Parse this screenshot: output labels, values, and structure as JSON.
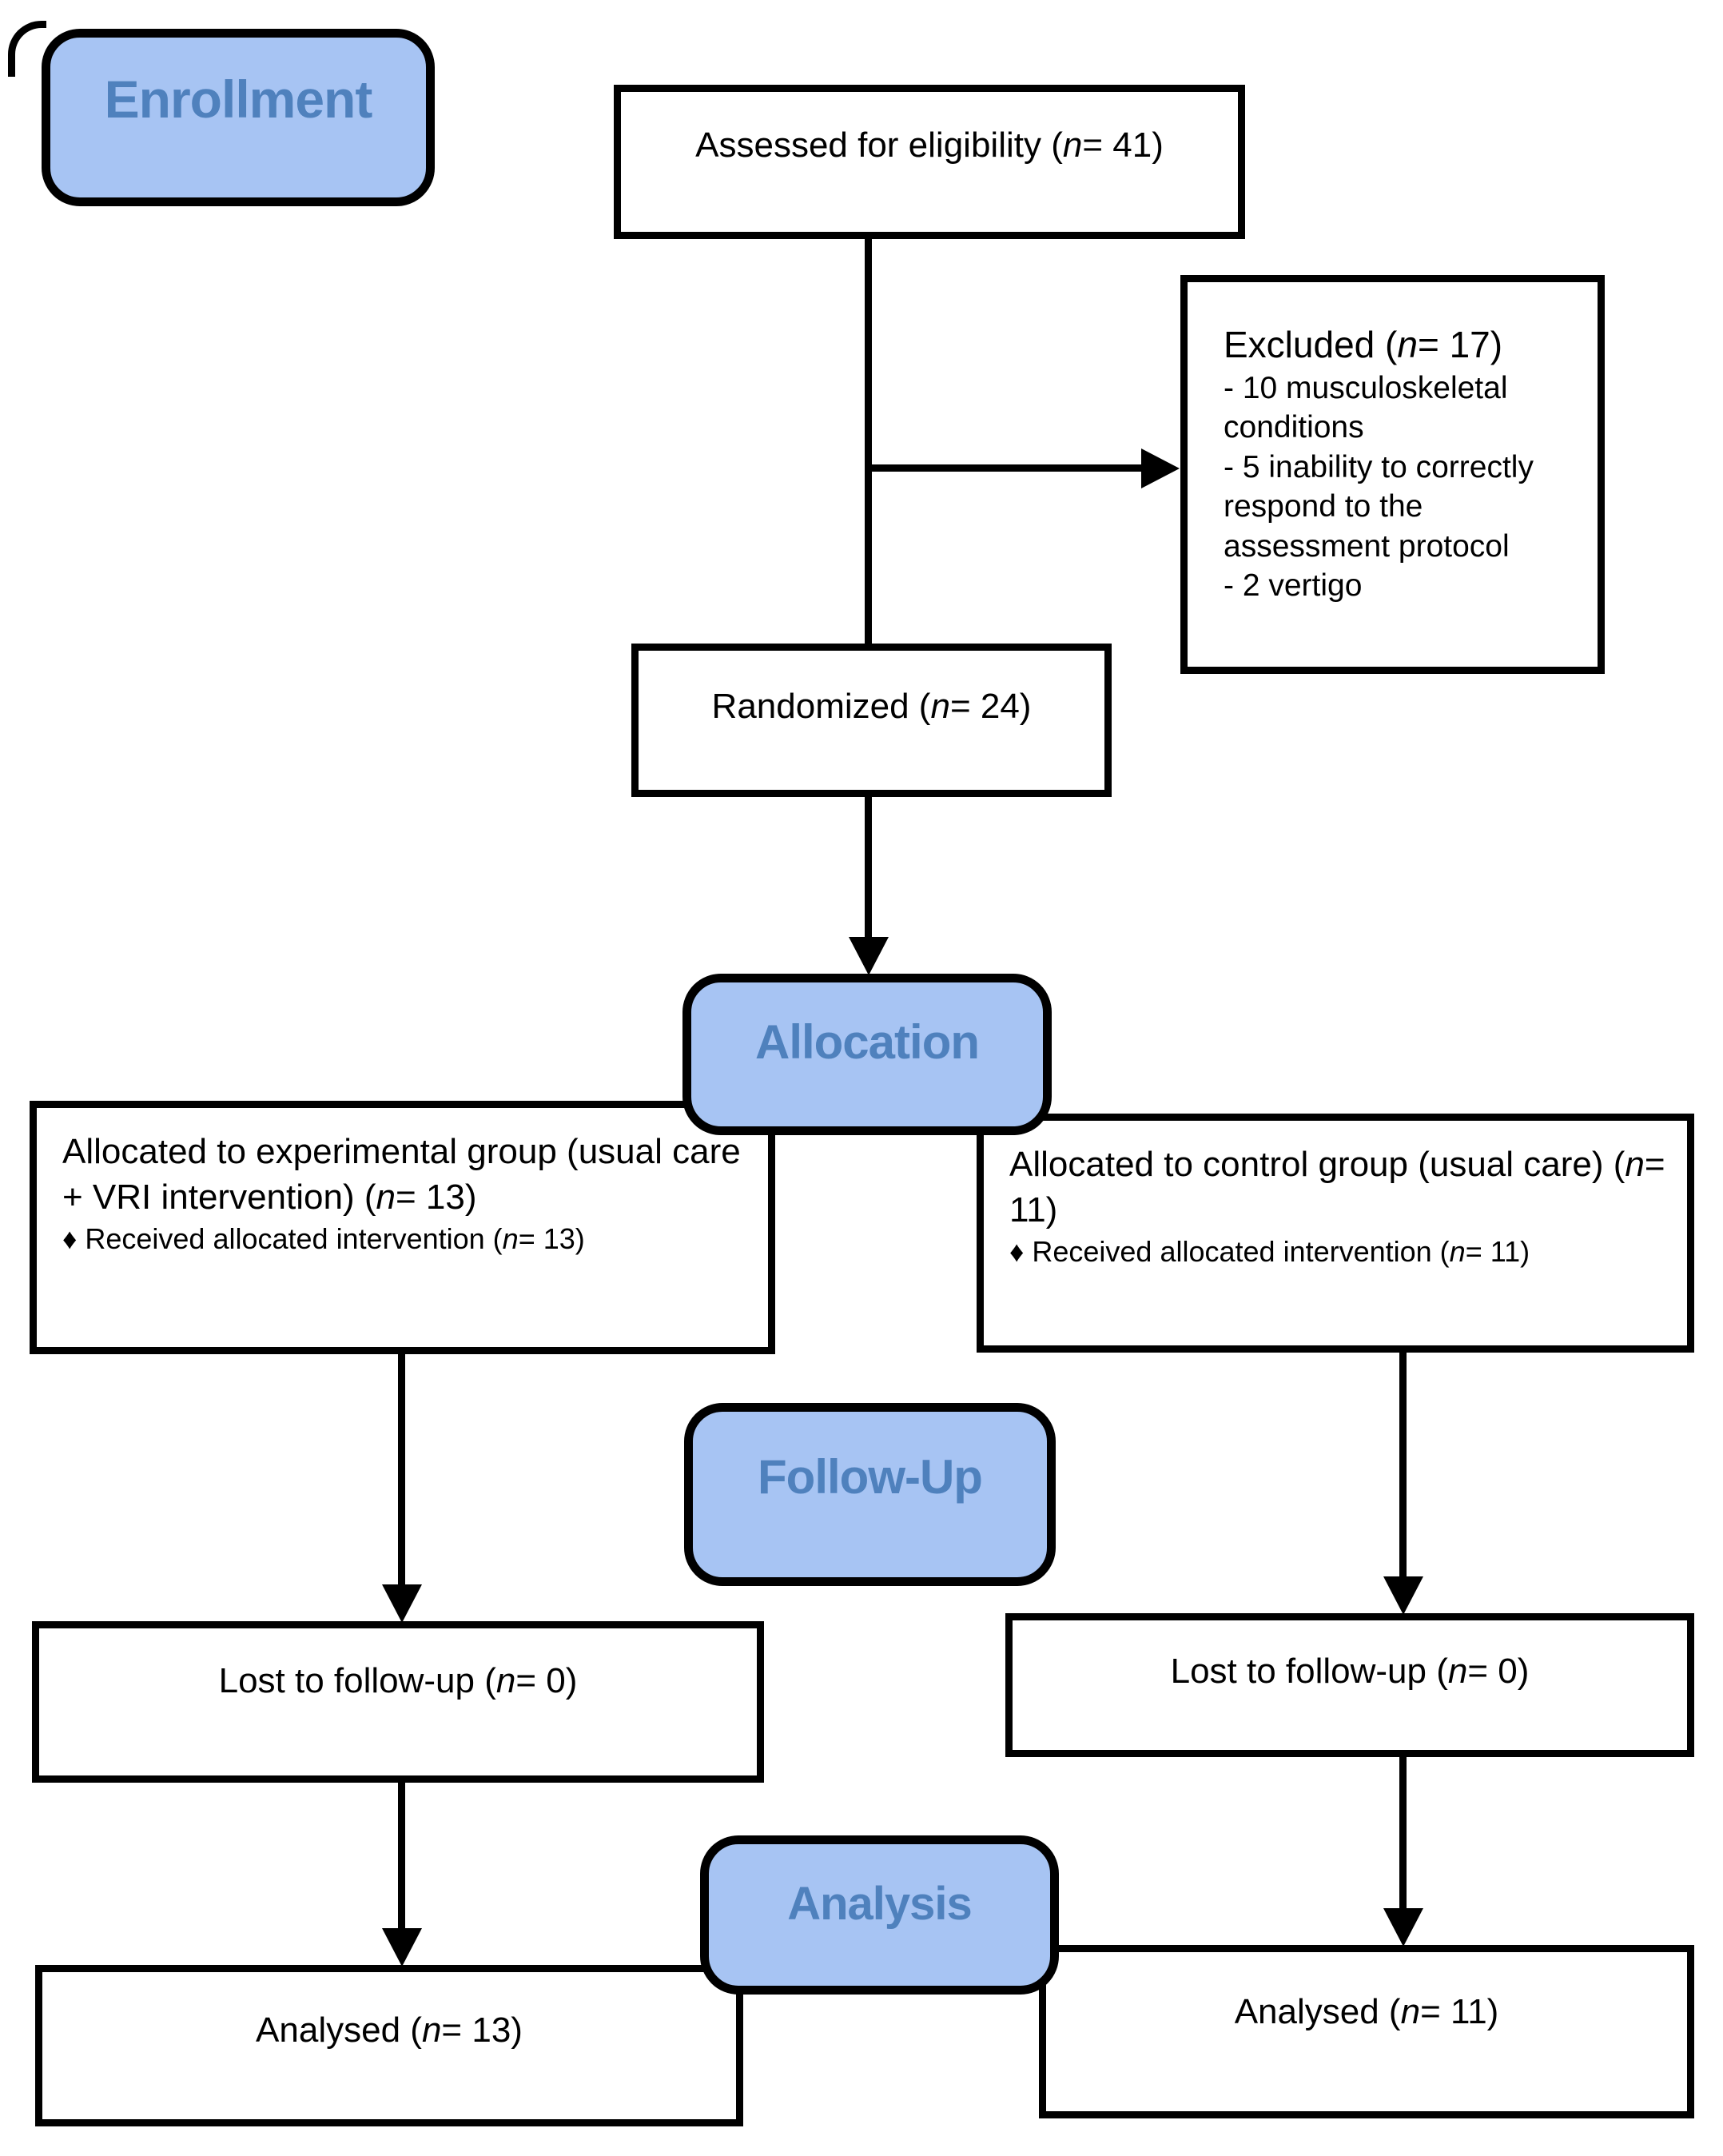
{
  "figure": "CONSORT participant flow diagram",
  "palette": {
    "stage_fill": "#a7c4f3",
    "stage_text": "#4f81bd",
    "box_border": "#000000",
    "line": "#000000"
  },
  "stages": {
    "enrollment": "Enrollment",
    "allocation": "Allocation",
    "follow_up": "Follow-Up",
    "analysis": "Analysis"
  },
  "boxes": {
    "assessed": "Assessed for eligibility (n= 41)",
    "excluded_title": "Excluded (n= 17)",
    "excluded_items": [
      "- 10 musculoskeletal conditions",
      "- 5 inability to correctly respond to the assessment protocol",
      "- 2 vertigo"
    ],
    "randomized": "Randomized (n= 24)",
    "allocated_experimental": "Allocated to experimental group (usual care + VRI intervention) (n= 13)",
    "allocated_experimental_received": "♦ Received allocated intervention (n= 13)",
    "allocated_control": "Allocated to control group (usual care) (n= 11)",
    "allocated_control_received": "♦ Received allocated intervention (n= 11)",
    "lost_experimental": "Lost to follow-up (n= 0)",
    "lost_control": "Lost to follow-up (n= 0)",
    "analysed_experimental": "Analysed (n= 13)",
    "analysed_control": "Analysed (n= 11)"
  }
}
